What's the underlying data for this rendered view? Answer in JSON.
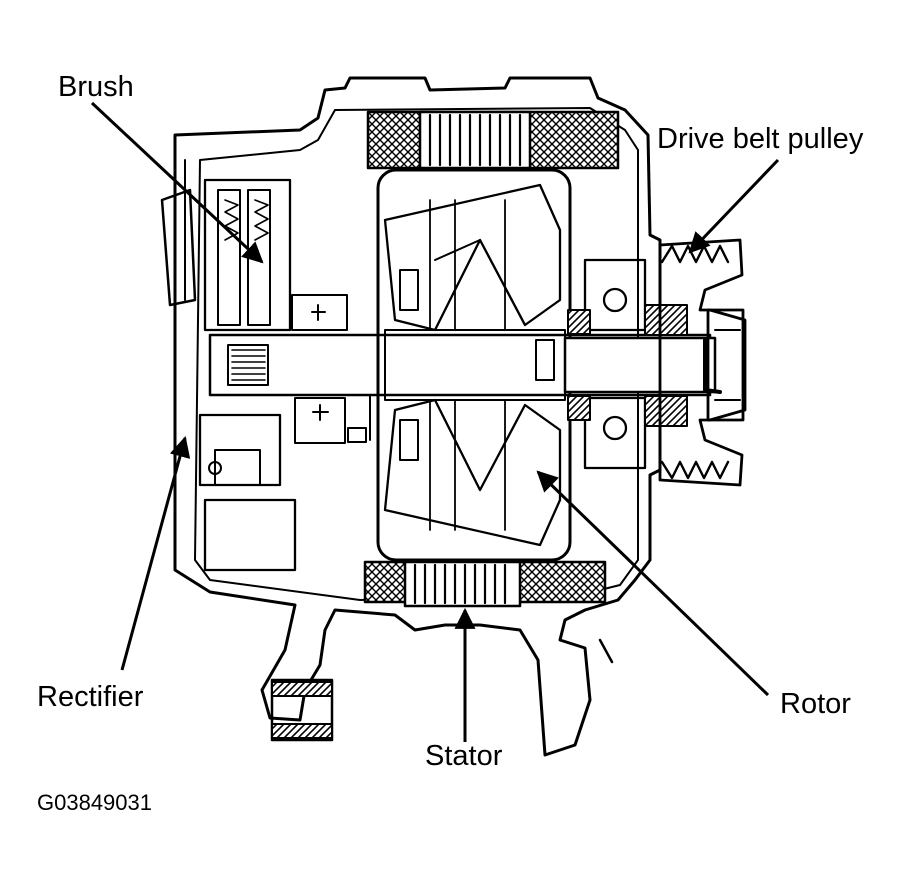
{
  "labels": {
    "brush": "Brush",
    "drive_belt_pulley": "Drive belt pulley",
    "rectifier": "Rectifier",
    "rotor": "Rotor",
    "stator": "Stator"
  },
  "figure_code": "G03849031",
  "colors": {
    "ink": "#000000",
    "paper": "#ffffff"
  }
}
